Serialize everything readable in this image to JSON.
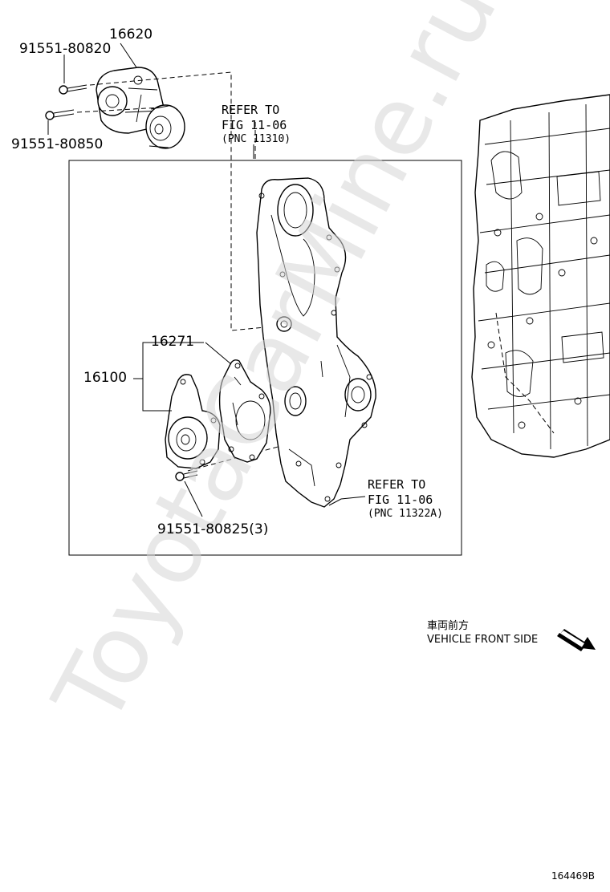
{
  "parts": {
    "tensioner": "16620",
    "bolt_upper": "91551-80820",
    "bolt_lower": "91551-80850",
    "gasket": "16271",
    "water_pump": "16100",
    "pump_bolt": "91551-80825(3)"
  },
  "references": {
    "upper": {
      "line1": "REFER TO",
      "line2": "FIG 11-06",
      "line3": "(PNC 11310)"
    },
    "lower": {
      "line1": "REFER TO",
      "line2": "FIG 11-06",
      "line3": "(PNC 11322A)"
    }
  },
  "direction": {
    "japanese": "車両前方",
    "english": "VEHICLE FRONT SIDE"
  },
  "illustration_code": "164469B",
  "watermark": "ToyotaCarMine.ru"
}
